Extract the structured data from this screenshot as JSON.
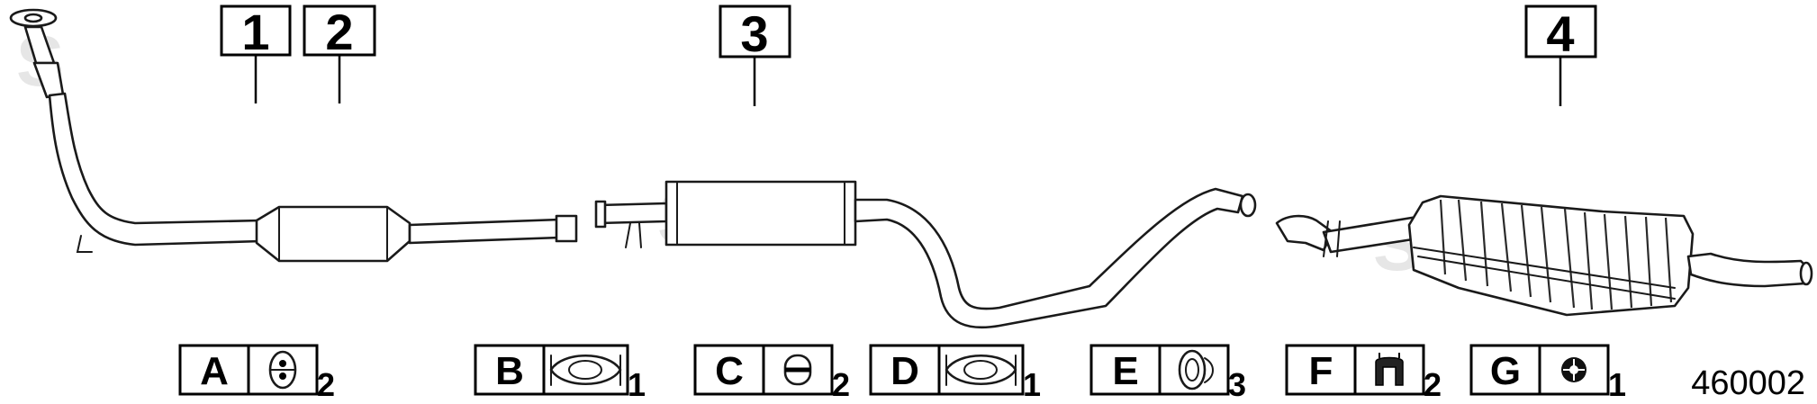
{
  "callouts": [
    {
      "id": "1",
      "label": "1"
    },
    {
      "id": "2",
      "label": "2"
    },
    {
      "id": "3",
      "label": "3"
    },
    {
      "id": "4",
      "label": "4"
    }
  ],
  "legend": [
    {
      "letter": "A",
      "qty": "2",
      "icon": "rubber-hanger-icon"
    },
    {
      "letter": "B",
      "qty": "1",
      "icon": "u-clamp-icon"
    },
    {
      "letter": "C",
      "qty": "2",
      "icon": "rubber-mount-icon"
    },
    {
      "letter": "D",
      "qty": "1",
      "icon": "u-clamp-icon"
    },
    {
      "letter": "E",
      "qty": "3",
      "icon": "ring-hanger-icon"
    },
    {
      "letter": "F",
      "qty": "2",
      "icon": "bracket-icon"
    },
    {
      "letter": "G",
      "qty": "1",
      "icon": "gasket-icon"
    }
  ],
  "reference_number": "460002",
  "watermark": "S"
}
